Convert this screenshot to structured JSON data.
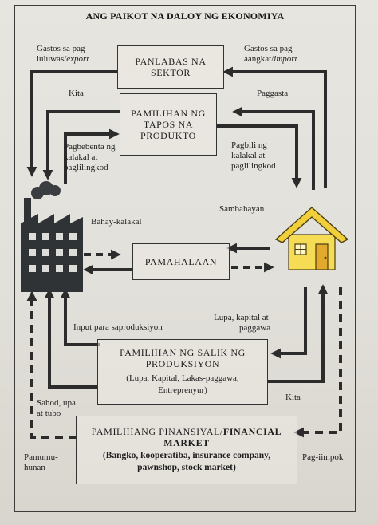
{
  "title": "ANG PAIKOT NA DALOY NG EKONOMIYA",
  "boxes": {
    "panlabas": "PANLABAS NA SEKTOR",
    "pamilihan_produkto": "PAMILIHAN NG TAPOS NA PRODUKTO",
    "pamahalaan": "PAMAHALAAN",
    "salik": {
      "title": "PAMILIHAN NG SALIK NG PRODUKSIYON",
      "sub1": "(Lupa, Kapital, Lakas-paggawa,",
      "sub2": "Entreprenyur)"
    },
    "pinansiyal": {
      "title_plain": "PAMILIHANG PINANSIYAL/",
      "title_bold": "FINANCIAL MARKET",
      "sub1": "(Bangko, kooperatiba, insurance company,",
      "sub2": "pawnshop, stock market)"
    }
  },
  "labels": {
    "gastos_export_1": "Gastos sa pag-",
    "gastos_export_2": "luluwas/",
    "gastos_export_3": "export",
    "gastos_import_1": "Gastos sa pag-",
    "gastos_import_2": "aangkat/",
    "gastos_import_3": "import",
    "kita_top": "Kita",
    "paggasta": "Paggasta",
    "pagbebenta_1": "Pagbebenta ng",
    "pagbebenta_2": "kalakal at",
    "pagbebenta_3": "paglilingkod",
    "pagbili_1": "Pagbili ng",
    "pagbili_2": "kalakal at",
    "pagbili_3": "paglilingkod",
    "bahay_kalakal": "Bahay-kalakal",
    "sambahayan": "Sambahayan",
    "input": "Input para saproduksiyon",
    "lupa_1": "Lupa, kapital at",
    "lupa_2": "paggawa",
    "sahod_1": "Sahod, upa",
    "sahod_2": "at tubo",
    "kita_bottom": "Kita",
    "pamumuhunan_1": "Pamumu-",
    "pamumuhunan_2": "hunan",
    "pag_iimpok": "Pag-iimpok"
  },
  "icons": [
    "factory-icon",
    "house-icon"
  ],
  "colors": {
    "arrow": "#2c2c2c",
    "house_roof": "#f1cf3b",
    "house_wall": "#f6dc55",
    "factory": "#2f3336"
  }
}
